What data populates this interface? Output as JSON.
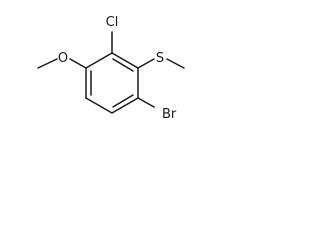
{
  "structure": {
    "atoms": {
      "chlorine": "Cl",
      "sulfur": "S",
      "oxygen": "O",
      "bromine": "Br"
    }
  },
  "colors": {
    "bond": "#1a1a1a",
    "label": "#1a1a1a",
    "background": "#ffffff"
  }
}
